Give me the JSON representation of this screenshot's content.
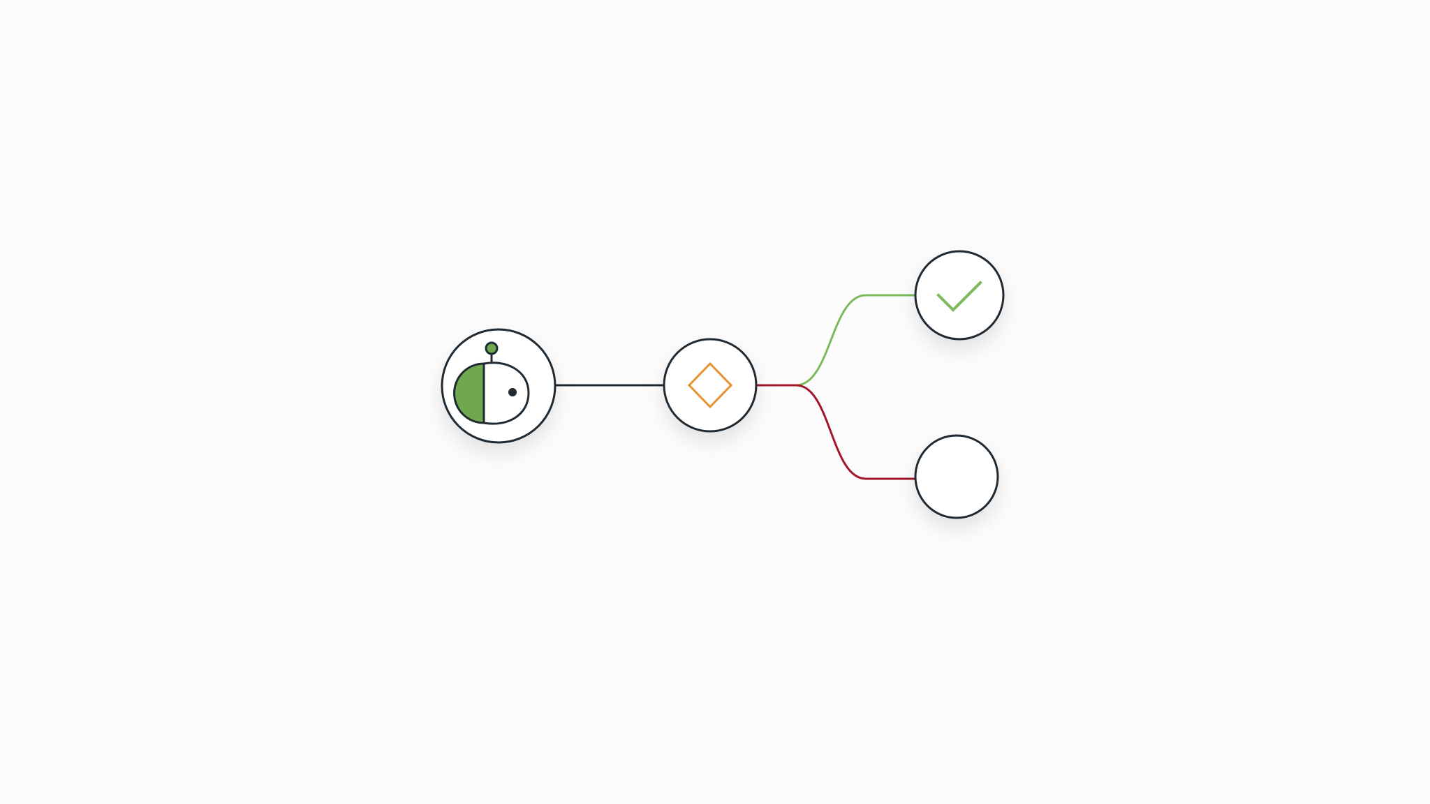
{
  "diagram": {
    "nodes": [
      {
        "id": "agent",
        "icon": "robot-agent-icon"
      },
      {
        "id": "decision",
        "icon": "diamond-decision-icon"
      },
      {
        "id": "success",
        "icon": "checkmark-icon"
      },
      {
        "id": "failure",
        "icon": ""
      }
    ],
    "edges": [
      {
        "from": "agent",
        "to": "decision",
        "color": "#1f2a33"
      },
      {
        "from": "decision",
        "to": "success",
        "color": "#7cb85c"
      },
      {
        "from": "decision",
        "to": "failure",
        "color": "#a3162a"
      }
    ]
  },
  "colors": {
    "stroke": "#1f2a33",
    "agent_accent": "#6fa84e",
    "decision": "#e8912e",
    "success": "#7cb85c",
    "failure": "#a3162a",
    "node_fill": "#ffffff",
    "background": "#fcfcfc"
  }
}
